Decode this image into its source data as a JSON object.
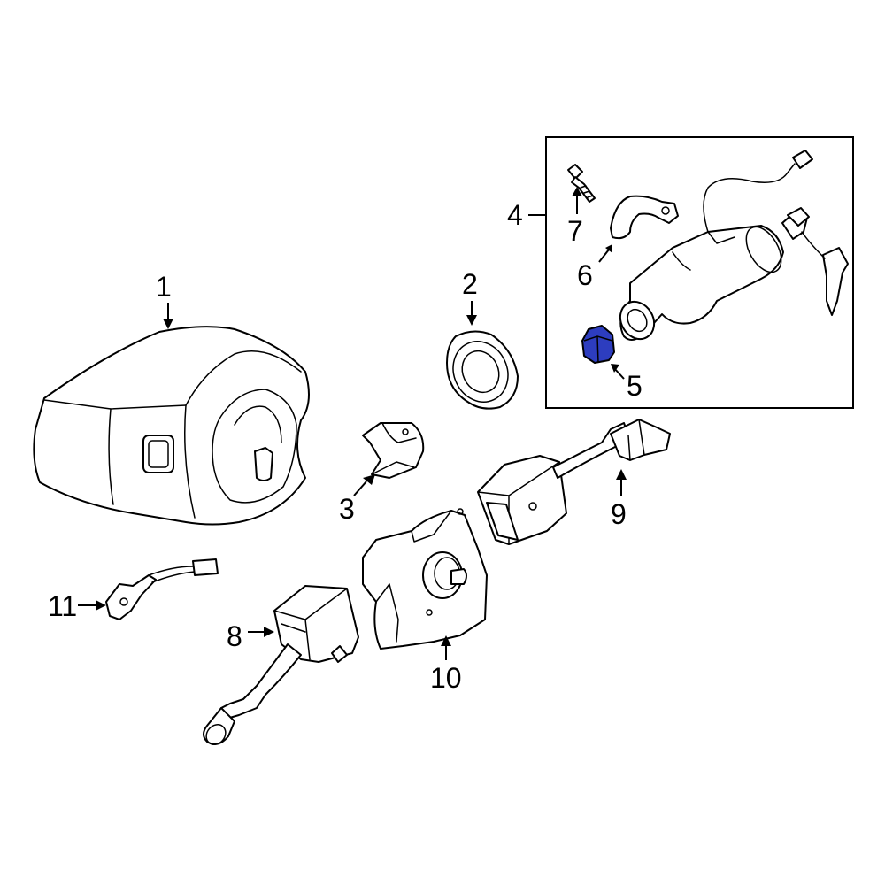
{
  "callouts": {
    "c1": "1",
    "c2": "2",
    "c3": "3",
    "c4": "4",
    "c5": "5",
    "c6": "6",
    "c7": "7",
    "c8": "8",
    "c9": "9",
    "c10": "10",
    "c11": "11"
  },
  "highlight_color": "#2d3dbf",
  "highlighted_part": "5"
}
